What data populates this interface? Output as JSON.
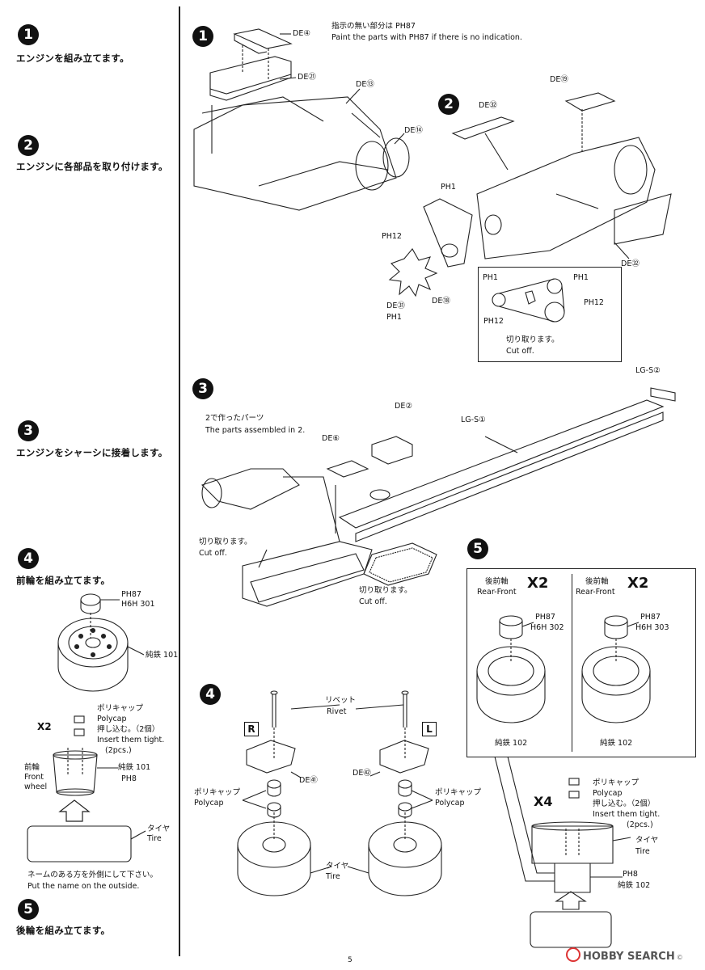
{
  "page_number": "5",
  "watermark": {
    "brand": "HOBBY SEARCH",
    "copyright": "©"
  },
  "left_steps": [
    {
      "num": "1",
      "text": "エンジンを組み立てます。"
    },
    {
      "num": "2",
      "text": "エンジンに各部品を取り付けます。"
    },
    {
      "num": "3",
      "text": "エンジンをシャーシに接着します。"
    },
    {
      "num": "4",
      "text": "前輪を組み立てます。"
    },
    {
      "num": "5",
      "text": "後輪を組み立てます。"
    }
  ],
  "left_step4": {
    "ph87": "PH87",
    "h6h": "H6H 301",
    "wheel": "純鉄 101",
    "x2": "X2",
    "polycap_jp": "ポリキャップ",
    "polycap_en": "Polycap",
    "insert_jp": "押し込む。（2個）",
    "insert_en": "Insert them tight.",
    "insert_pcs": "(2pcs.)",
    "front_wheel_jp": "前輪",
    "front_wheel_en1": "Front",
    "front_wheel_en2": "wheel",
    "wheel2": "純鉄 101",
    "ph8": "PH8",
    "tire_jp": "タイヤ",
    "tire_en": "Tire",
    "name_out_jp": "ネームのある方を外側にして下さい。",
    "name_out_en": "Put the name on the outside."
  },
  "step1": {
    "num": "1",
    "note_jp": "指示の無い部分は PH87",
    "note_en": "Paint the parts with PH87 if there is no indication.",
    "de4": "DE④",
    "de21": "DE㉑",
    "de13": "DE⑬",
    "de14": "DE⑭"
  },
  "step2": {
    "num": "2",
    "de32a": "DE㉜",
    "de19": "DE⑲",
    "de32b": "DE㉜",
    "ph1a": "PH1",
    "ph12a": "PH12",
    "de31": "DE㉛",
    "ph1b": "PH1",
    "de18": "DE⑱",
    "inset_ph1a": "PH1",
    "inset_ph1b": "PH1",
    "inset_ph12a": "PH12",
    "inset_ph12b": "PH12",
    "cut_jp": "切り取ります。",
    "cut_en": "Cut off."
  },
  "step3": {
    "num": "3",
    "lgs2": "LG-S②",
    "de2": "DE②",
    "lgs1": "LG-S①",
    "parts_jp": "2で作ったパーツ",
    "parts_en": "The parts assembled in 2.",
    "de6": "DE⑥",
    "cut1_jp": "切り取ります。",
    "cut1_en": "Cut off.",
    "cut2_jp": "切り取ります。",
    "cut2_en": "Cut off."
  },
  "step4r": {
    "num": "4",
    "rivet_jp": "リベット",
    "rivet_en": "Rivet",
    "r": "R",
    "l": "L",
    "de41": "DE㊶",
    "de42": "DE㊷",
    "polycap_l_jp": "ポリキャップ",
    "polycap_l_en": "Polycap",
    "polycap_r_jp": "ポリキャップ",
    "polycap_r_en": "Polycap",
    "tire_jp": "タイヤ",
    "tire_en": "Tire"
  },
  "step5r": {
    "num": "5",
    "rf1_jp": "後前軸",
    "rf1_en": "Rear-Front",
    "rf2_jp": "後前軸",
    "rf2_en": "Rear-Front",
    "x2a": "X2",
    "x2b": "X2",
    "ph87a": "PH87",
    "h6h302": "H6H 302",
    "ph87b": "PH87",
    "h6h303": "H6H 303",
    "wheel102a": "純鉄 102",
    "wheel102b": "純鉄 102",
    "x4": "X4",
    "polycap_jp": "ポリキャップ",
    "polycap_en": "Polycap",
    "insert_jp": "押し込む。（2個）",
    "insert_en": "Insert them tight.",
    "insert_pcs": "(2pcs.)",
    "tire_jp": "タイヤ",
    "tire_en": "Tire",
    "ph8": "PH8",
    "wheel102c": "純鉄 102"
  }
}
